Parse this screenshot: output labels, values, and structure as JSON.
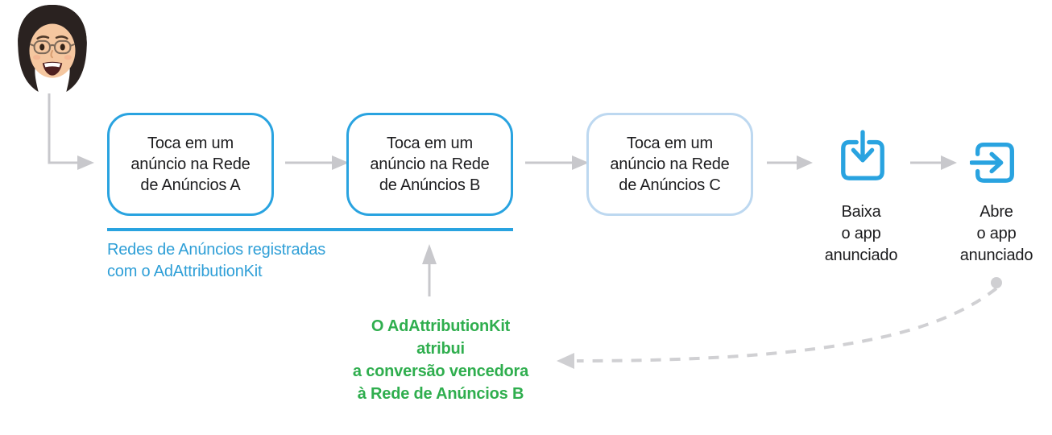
{
  "colors": {
    "accent_blue": "#29a3e0",
    "muted_blue_border": "#bdd8f0",
    "note_green": "#2fae4e",
    "caption_blue": "#2f9fd7",
    "arrow_gray": "#c8c8cc",
    "text_dark": "#1d1d1f"
  },
  "avatar": {
    "icon": "memoji-woman-avatar"
  },
  "boxes": [
    {
      "id": "A",
      "label": "Toca em um\nanúncio na Rede\nde Anúncios A",
      "style": "registered"
    },
    {
      "id": "B",
      "label": "Toca em um\nanúncio na Rede\nde Anúncios B",
      "style": "registered"
    },
    {
      "id": "C",
      "label": "Toca em um\nanúncio na Rede\nde Anúncios C",
      "style": "unregistered"
    }
  ],
  "steps": [
    {
      "icon": "download-app-icon",
      "label": "Baixa\no app\nanunciado"
    },
    {
      "icon": "open-app-icon",
      "label": "Abre\no app\nanunciado"
    }
  ],
  "registered_caption": "Redes de Anúncios registradas\ncom o AdAttributionKit",
  "attribution_note": "O AdAttributionKit\natribui\na conversão vencedora\nà Rede de Anúncios B"
}
